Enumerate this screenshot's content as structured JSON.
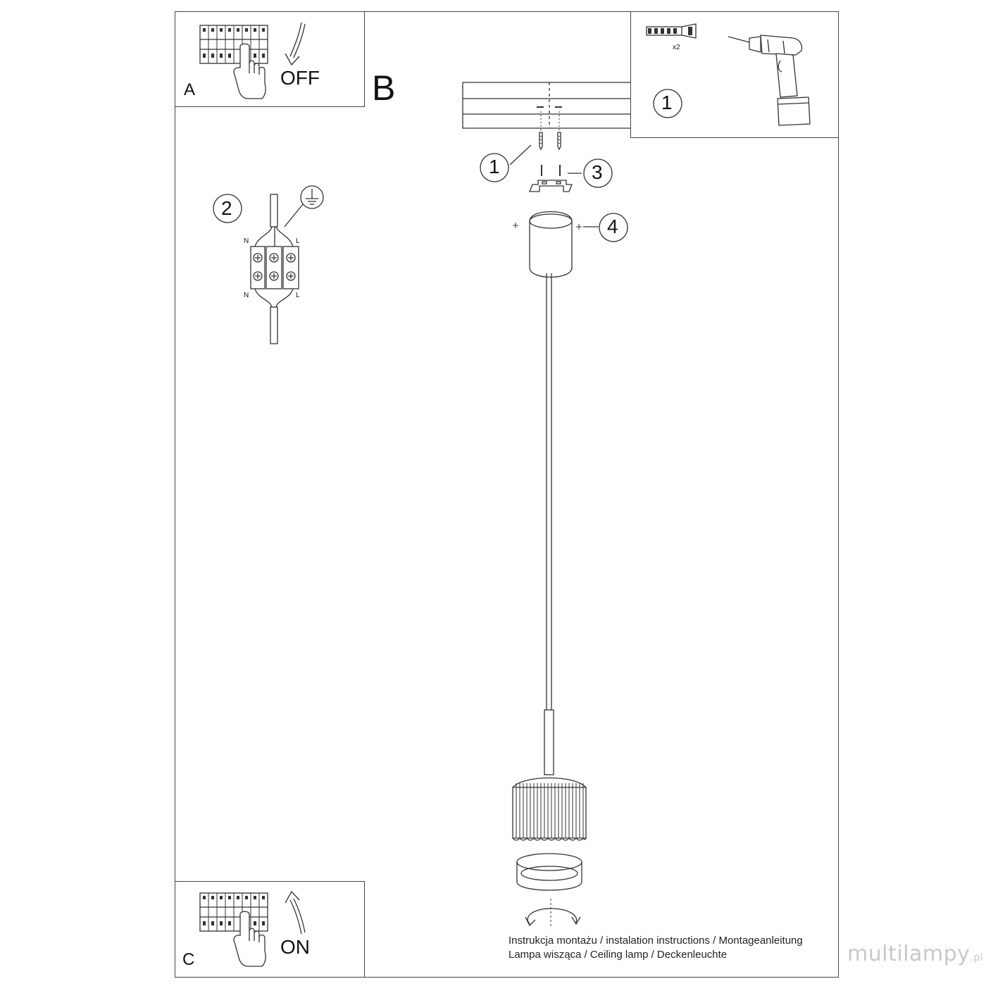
{
  "panels": {
    "a": {
      "letter": "A",
      "action": "OFF"
    },
    "b": {
      "letter": "B"
    },
    "c": {
      "letter": "C",
      "action": "ON"
    }
  },
  "tools": {
    "plug_count": "x2",
    "step": "1"
  },
  "callouts": {
    "screws": "1",
    "wiring": "2",
    "bracket": "3",
    "side_screws": "4"
  },
  "terminal": {
    "n_top": "N",
    "l_top": "L",
    "n_bottom": "N",
    "l_bottom": "L"
  },
  "footer": {
    "line1": "Instrukcja montażu / instalation instructions / Montageanleitung",
    "line2": "Lampa wisząca / Ceiling lamp / Deckenleuchte"
  },
  "watermark": {
    "brand": "multilampy",
    "suffix": ".pl"
  },
  "colors": {
    "line": "#333333",
    "frame": "#444444",
    "watermark": "#c9c9c9"
  }
}
